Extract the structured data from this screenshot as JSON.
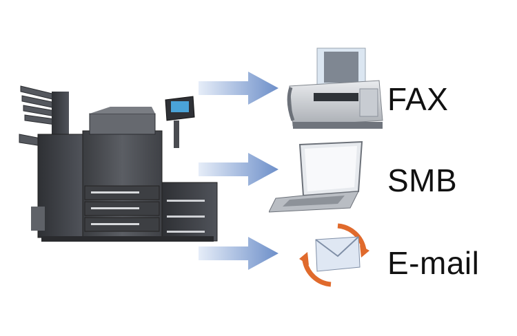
{
  "destinations": [
    {
      "label": "FAX",
      "icon": "fax-machine-icon"
    },
    {
      "label": "SMB",
      "icon": "laptop-icon"
    },
    {
      "label": "E-mail",
      "icon": "email-envelope-icon"
    }
  ],
  "source_icon": "multifunction-printer-icon",
  "colors": {
    "arrow": "#6d8fc9",
    "arrow_fade": "#e6edf8",
    "printer_body": "#4a4c51",
    "email_cycle": "#e06a2c"
  }
}
